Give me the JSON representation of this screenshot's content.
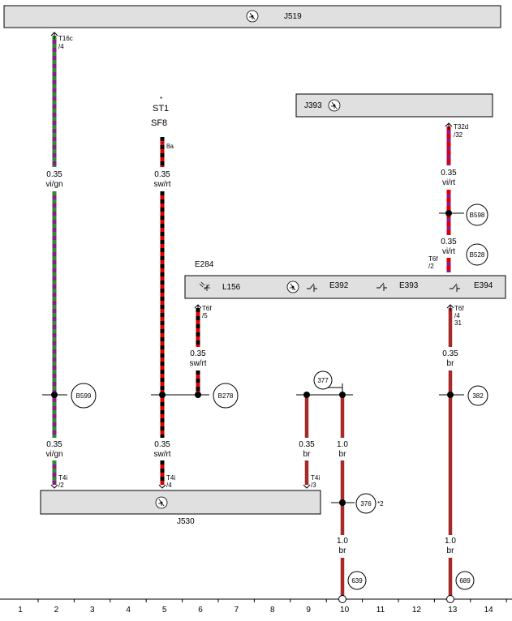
{
  "colors": {
    "violet": "#8B1A8B",
    "green": "#2E8B2E",
    "red": "#E00000",
    "black": "#000000",
    "brown": "#A52A2A",
    "component_fill": "#e0e0e0"
  },
  "components": {
    "j519": "J519",
    "j393": "J393",
    "j530": "J530",
    "e284": "E284",
    "st1": "ST1",
    "sf8": "SF8",
    "st_star": "*",
    "l156": "L156",
    "e392": "E392",
    "e393": "E393",
    "e394": "E394"
  },
  "connectors": {
    "t16c": "T16c",
    "t16c_pin": "/4",
    "sf8_pin": "8a",
    "t32d": "T32d",
    "t32d_pin": "/32",
    "t6f_a": "T6f",
    "t6f_a_pin": "/2",
    "t6f_b": "T6f",
    "t6f_b_pin": "/5",
    "t6f_c": "T6f",
    "t6f_c_pin1": "/4",
    "t6f_c_pin2": "31",
    "t4i_a": "T4i",
    "t4i_a_pin": "/2",
    "t4i_b": "T4i",
    "t4i_b_pin": "/4",
    "t4i_c": "T4i",
    "t4i_c_pin": "/3"
  },
  "wires": {
    "w1_size": "0.35",
    "w1_color": "vi/gn",
    "w2_size": "0.35",
    "w2_color": "sw/rt",
    "w3_size": "0.35",
    "w3_color": "vi/rt",
    "w4_size": "0.35",
    "w4_color": "vi/rt",
    "w5_size": "0.35",
    "w5_color": "sw/rt",
    "w6_size": "0.35",
    "w6_color": "br",
    "w7_size": "0.35",
    "w7_color": "vi/gn",
    "w8_size": "0.35",
    "w8_color": "sw/rt",
    "w9_size": "0.35",
    "w9_color": "br",
    "w10_size": "1.0",
    "w10_color": "br",
    "w11_size": "1.0",
    "w11_color": "br",
    "w12_size": "1.0",
    "w12_color": "br"
  },
  "nodes": {
    "b598": "B598",
    "b528": "B528",
    "b599": "B599",
    "b278": "B278",
    "n377": "377",
    "n382": "382",
    "n376": "376",
    "n376_note": "*2",
    "n639": "639",
    "n689": "689"
  },
  "scale": [
    "1",
    "2",
    "3",
    "4",
    "5",
    "6",
    "7",
    "8",
    "9",
    "10",
    "11",
    "12",
    "13",
    "14"
  ]
}
